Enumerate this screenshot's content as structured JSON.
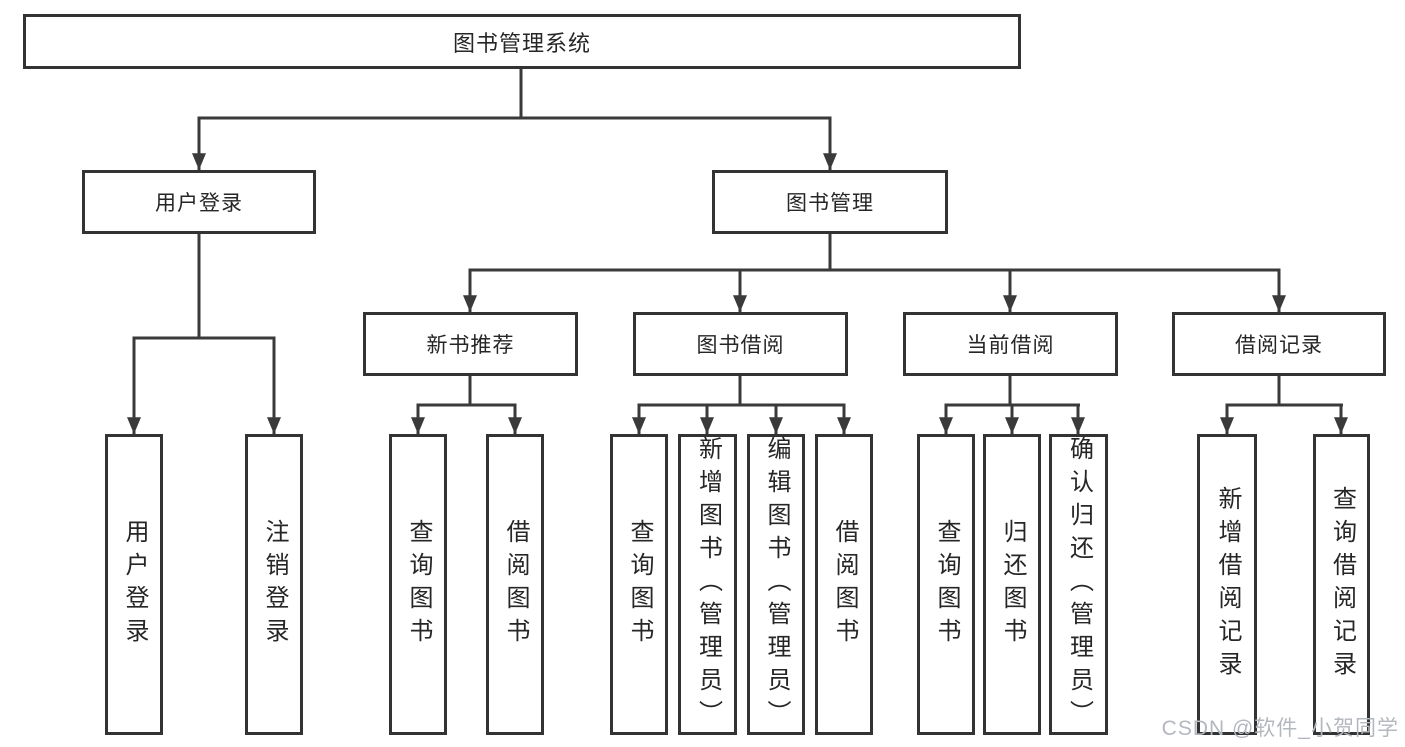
{
  "diagram": {
    "tree": {
      "label": "图书管理系统",
      "children": [
        {
          "label": "用户登录",
          "children": [
            {
              "label": "用户登录"
            },
            {
              "label": "注销登录"
            }
          ]
        },
        {
          "label": "图书管理",
          "children": [
            {
              "label": "新书推荐",
              "children": [
                {
                  "label": "查询图书"
                },
                {
                  "label": "借阅图书"
                }
              ]
            },
            {
              "label": "图书借阅",
              "children": [
                {
                  "label": "查询图书"
                },
                {
                  "label": "新增图书（管理员）"
                },
                {
                  "label": "编辑图书（管理员）"
                },
                {
                  "label": "借阅图书"
                }
              ]
            },
            {
              "label": "当前借阅",
              "children": [
                {
                  "label": "查询图书"
                },
                {
                  "label": "归还图书"
                },
                {
                  "label": "确认归还（管理员）"
                }
              ]
            },
            {
              "label": "借阅记录",
              "children": [
                {
                  "label": "新增借阅记录"
                },
                {
                  "label": "查询借阅记录"
                }
              ]
            }
          ]
        }
      ]
    }
  },
  "watermark": {
    "text": "CSDN @软件_小贺同学"
  },
  "colors": {
    "line": "#3a3a3a",
    "box_border": "#333333",
    "text": "#262626",
    "background": "#ffffff",
    "watermark": "#b3b7be"
  }
}
